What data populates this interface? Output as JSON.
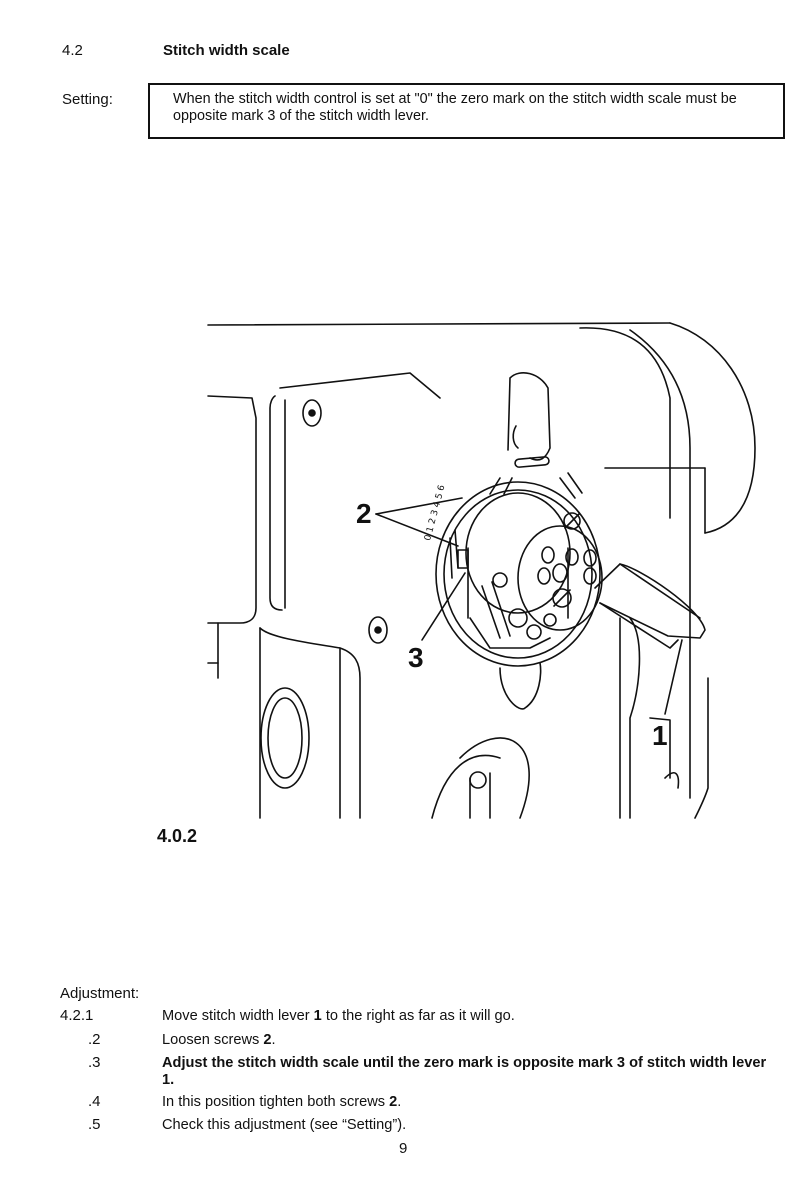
{
  "section": {
    "number": "4.2",
    "title": "Stitch width scale"
  },
  "setting": {
    "label": "Setting:",
    "text": "When the stitch width control is set at \"0\" the zero mark on the stitch width scale must be opposite mark 3 of the stitch width lever."
  },
  "figure": {
    "label": "4.0.2",
    "callouts": [
      "2",
      "3",
      "1"
    ],
    "scale_digits": "0 1 2 3 4 5 6"
  },
  "adjustment": {
    "label": "Adjustment:",
    "steps": [
      {
        "num": "4.2.1",
        "parts": [
          "Move stitch width lever ",
          "1",
          " to the right as far as it will go."
        ]
      },
      {
        "num": ".2",
        "parts": [
          "Loosen screws ",
          "2",
          "."
        ]
      },
      {
        "num": ".3",
        "text": "Adjust the stitch width scale until the zero mark is opposite mark 3 of stitch width lever 1."
      },
      {
        "num": ".4",
        "parts": [
          "In this position tighten both screws ",
          "2",
          "."
        ]
      },
      {
        "num": ".5",
        "text": "Check this adjustment (see “Setting”)."
      }
    ]
  },
  "page_number": "9"
}
